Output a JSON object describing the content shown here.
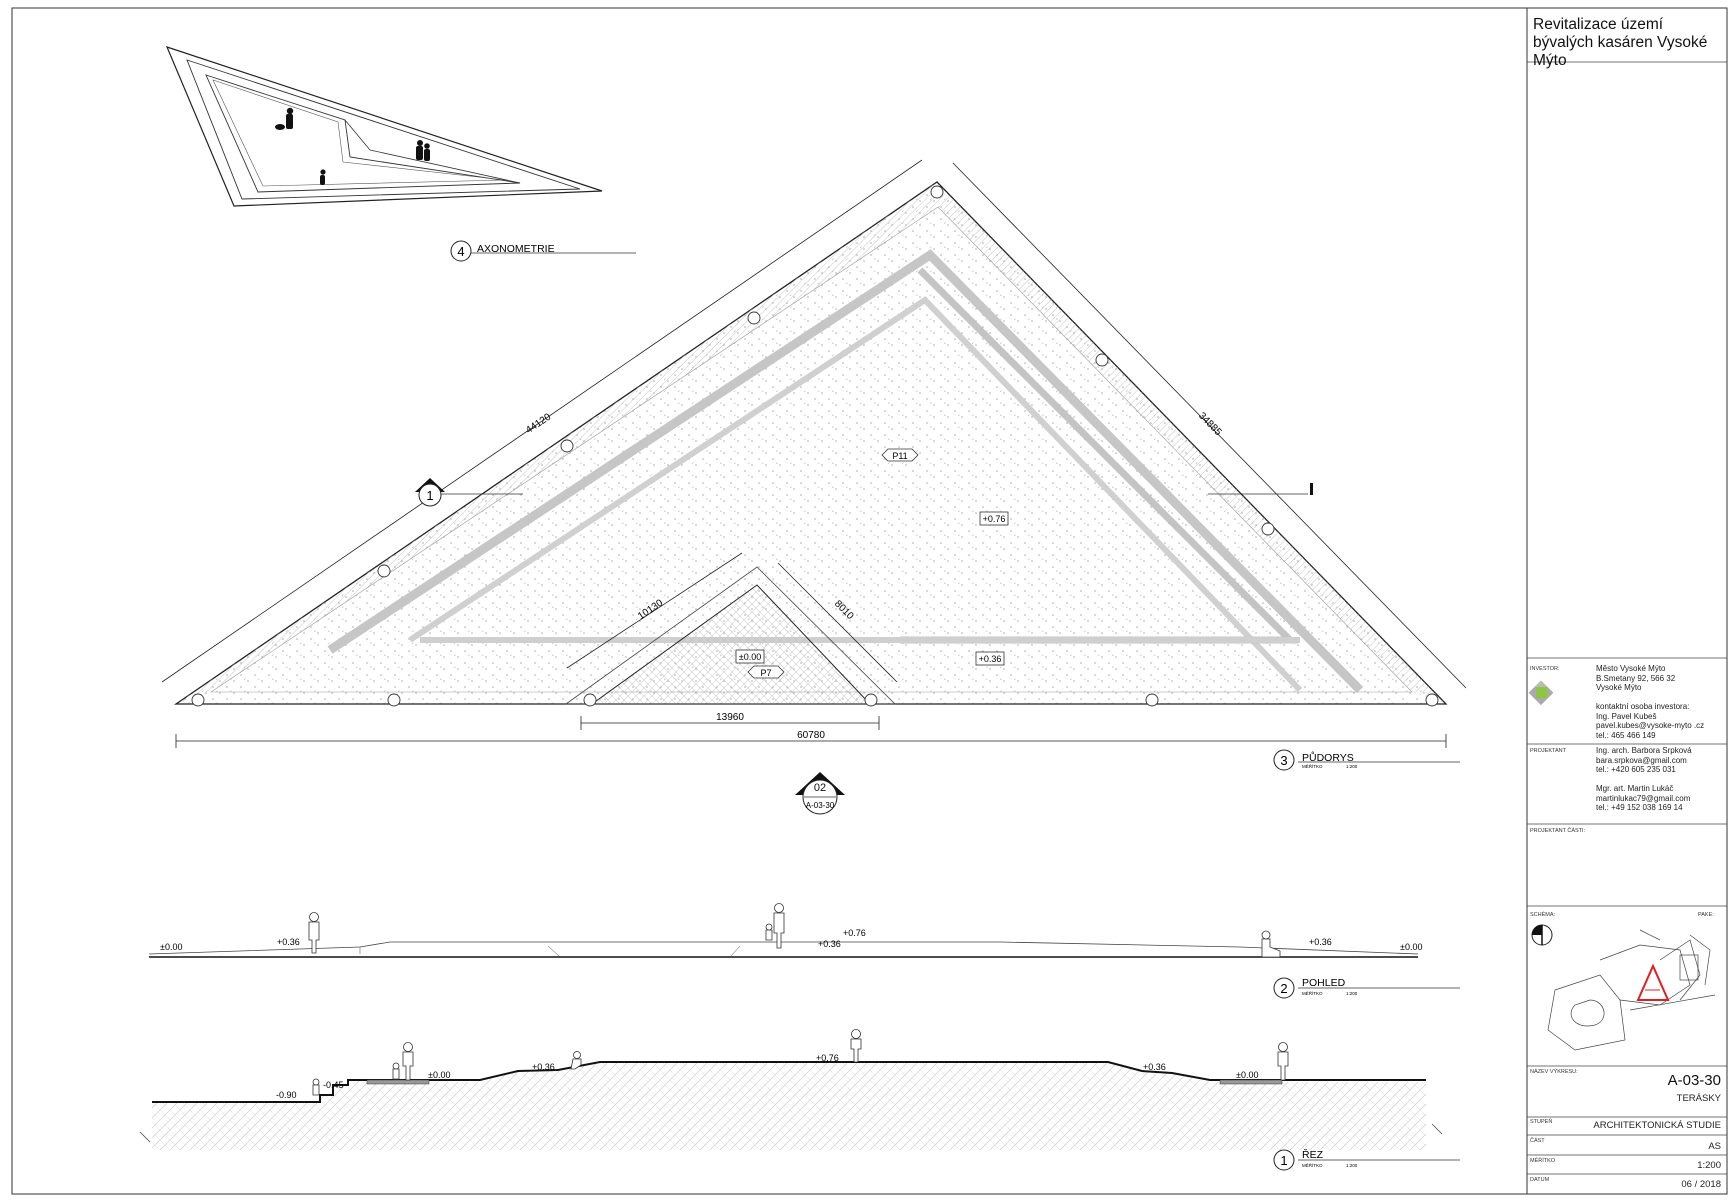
{
  "project_title": "Revitalizace území bývalých kasáren Vysoké Mýto",
  "views": {
    "axonometry": {
      "number": "4",
      "title": "AXONOMETRIE"
    },
    "plan": {
      "number": "3",
      "title": "PŮDORYS",
      "scale_label": "MĚŘÍTKO",
      "scale": "1:200"
    },
    "elevation": {
      "number": "2",
      "title": "POHLED",
      "scale_label": "MĚŘÍTKO",
      "scale": "1:200"
    },
    "section": {
      "number": "1",
      "title": "ŘEZ",
      "scale_label": "MĚŘÍTKO",
      "scale": "1:200"
    }
  },
  "plan": {
    "dimensions": {
      "left_edge": "44120",
      "right_edge": "34885",
      "inner_left": "10130",
      "inner_right": "8010",
      "inner_base": "13960",
      "overall_base": "60780"
    },
    "labels": {
      "main_surface": "P11",
      "inner_surface": "P7",
      "level_top": "+0.76",
      "level_mid": "+0.36",
      "level_inner": "±0.00"
    },
    "section_marker": {
      "number": "1"
    },
    "elevation_marker": {
      "number": "02",
      "sheet_ref": "A-03-30"
    }
  },
  "elevation_levels": {
    "left": "±0.00",
    "l1": "+0.36",
    "c1": "+0.36",
    "c2": "+0.76",
    "r1": "+0.36",
    "right": "±0.00"
  },
  "section_levels": {
    "a": "-0.90",
    "b": "-0.45",
    "c": "±0.00",
    "d": "+0.36",
    "e": "+0.76",
    "f": "+0.36",
    "g": "±0.00"
  },
  "title_block": {
    "investor_label": "INVESTOR:",
    "investor_lines": [
      "Město Vysoké Mýto",
      "B.Smetany 92, 566 32",
      "Vysoké Mýto",
      "",
      "kontaktní osoba investora:",
      "Ing. Pavel Kubeš",
      "pavel.kubes@vysoke-myto .cz",
      "tel.: 465 466 149"
    ],
    "designer_label": "PROJEKTANT",
    "designer_lines": [
      "Ing. arch. Barbora Srpková",
      "bara.srpkova@gmail.com",
      "tel.: +420 605 235 031",
      "",
      "Mgr. art. Martin Lukáč",
      "martinlukac79@gmail.com",
      "tel.: +49 152 038 169 14"
    ],
    "part_designer_label": "PROJEKTANT ČÁSTI:",
    "scheme_label": "SCHÉMA:",
    "north_label": "PAKE:",
    "drawing_name_label": "NÁZEV VÝKRESU:",
    "drawing_number": "A-03-30",
    "drawing_name": "TERÁSKY",
    "stage_label": "STUPEŇ",
    "stage": "ARCHITEKTONICKÁ STUDIE",
    "part_label": "ČÁST",
    "part": "AS",
    "scale_label": "MĚŘÍTKO",
    "scale": "1:200",
    "date_label": "DATUM",
    "date": "06 / 2018"
  },
  "colors": {
    "line": "#1a1a1a",
    "hatch": "#b5b5b5",
    "accent_green": "#8dc63f",
    "accent_red": "#e02020"
  }
}
